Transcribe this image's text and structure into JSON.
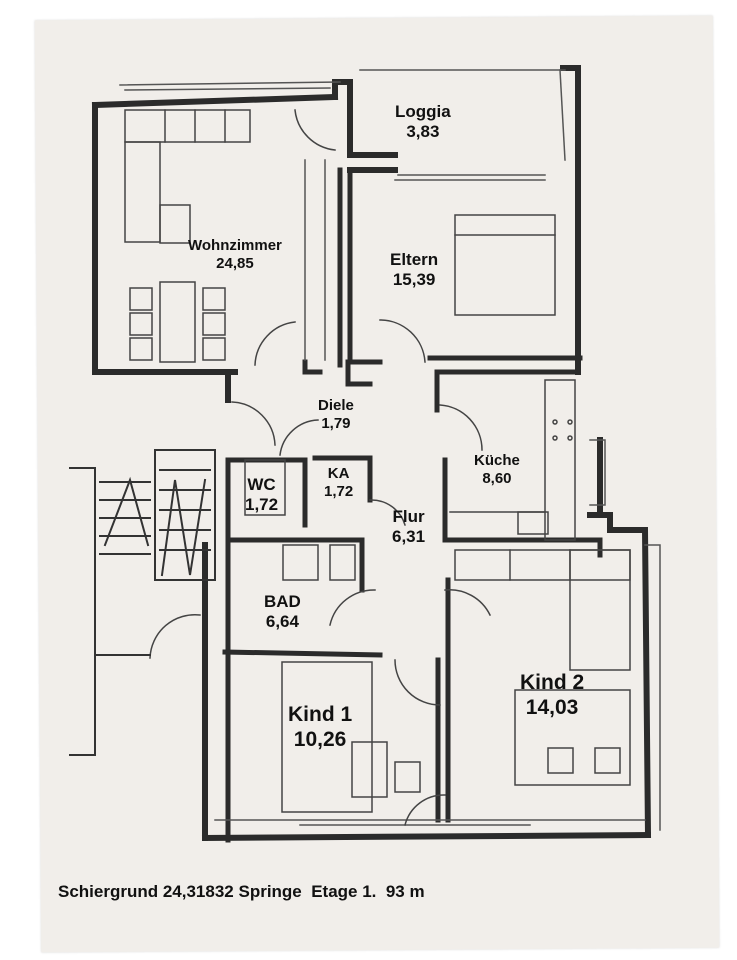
{
  "rooms": {
    "loggia": {
      "name": "Loggia",
      "area": "3,83"
    },
    "wohnzimmer": {
      "name": "Wohnzimmer",
      "area": "24,85"
    },
    "eltern": {
      "name": "Eltern",
      "area": "15,39"
    },
    "diele": {
      "name": "Diele",
      "area": "1,79"
    },
    "kueche": {
      "name": "Küche",
      "area": "8,60"
    },
    "wc": {
      "name": "WC",
      "area": "1,72"
    },
    "ka": {
      "name": "KA",
      "area": "1,72"
    },
    "flur": {
      "name": "Flur",
      "area": "6,31"
    },
    "bad": {
      "name": "BAD",
      "area": "6,64"
    },
    "kind1": {
      "name": "Kind 1",
      "area": "10,26"
    },
    "kind2": {
      "name": "Kind 2",
      "area": "14,03"
    }
  },
  "caption": "Schiergrund 24,31832 Springe  Etage 1.  93 m",
  "colors": {
    "wall": "#2b2b2b",
    "paper": "#f1eeea",
    "line": "#555555"
  }
}
